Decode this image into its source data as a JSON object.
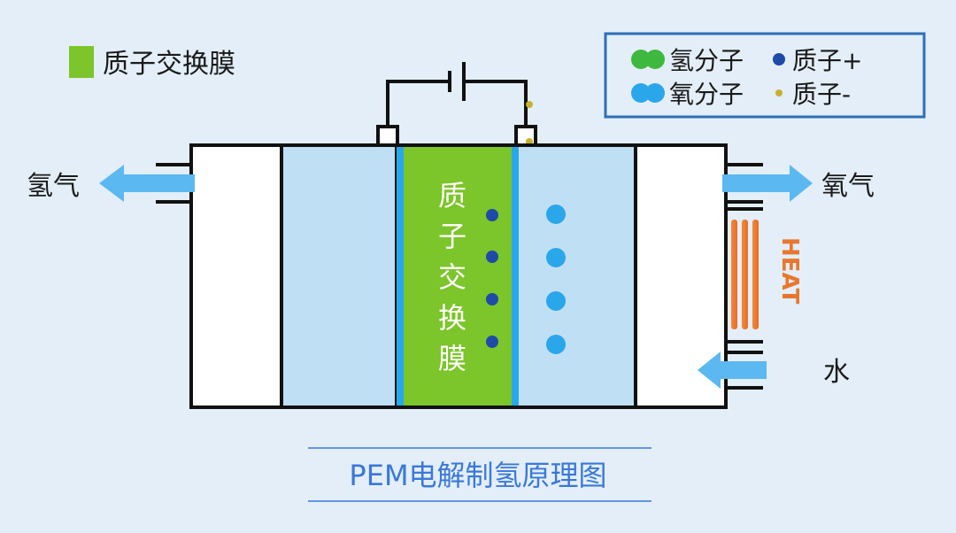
{
  "legend_top_left": {
    "label": "质子交换膜",
    "swatch_color": "#7cc52a"
  },
  "legend_box": {
    "hydrogen_molecule": "氢分子",
    "proton_plus": "质子+",
    "oxygen_molecule": "氧分子",
    "proton_minus": "质子-"
  },
  "labels": {
    "hydrogen_gas": "氢气",
    "oxygen_gas": "氧气",
    "water": "水",
    "membrane_vertical": [
      "质",
      "子",
      "交",
      "换",
      "膜"
    ],
    "heat": "HEAT"
  },
  "caption": "PEM电解制氢原理图",
  "colors": {
    "background": "#e3eef8",
    "membrane": "#7cc52a",
    "electrolyte": "#bfe0f4",
    "arrow": "#5cb8f0",
    "proton_plus_dot": "#1f4aa8",
    "oxygen_dot": "#2aa7ea",
    "proton_minus_dot": "#c8b030",
    "heat_text": "#e8772e",
    "caption_text": "#3a78d8",
    "legend_border": "#2e6fb8"
  }
}
